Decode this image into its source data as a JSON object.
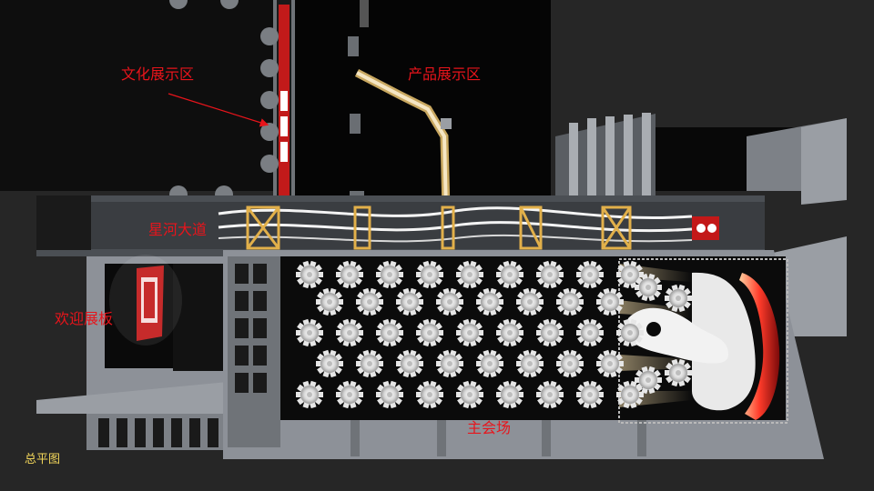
{
  "plan": {
    "title": "总平图",
    "zones": {
      "culture": "文化展示区",
      "product": "产品展示区",
      "avenue": "星河大道",
      "welcome": "欢迎展板",
      "main_hall": "主会场"
    }
  },
  "colors": {
    "background": "#262626",
    "label": "#e8141b",
    "title": "#f2d65a",
    "wall": "#8d9198",
    "floor": "#0b0b0b"
  },
  "seating": {
    "rows": [
      9,
      8,
      9,
      8,
      9
    ],
    "stage_tables": 4
  },
  "icons": [
    "seat-table-icon",
    "arrow-icon"
  ]
}
